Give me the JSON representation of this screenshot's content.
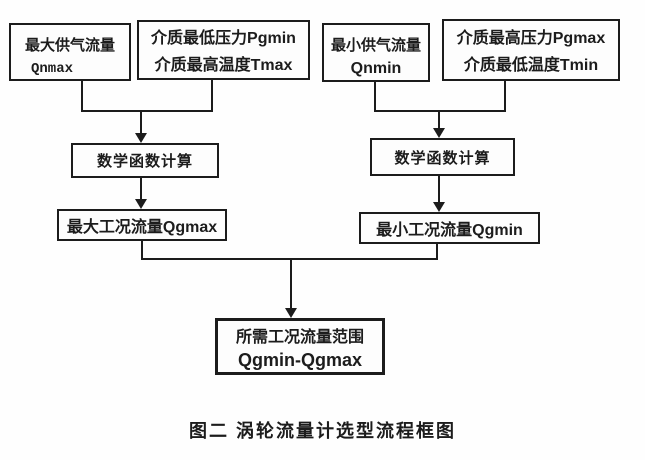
{
  "figure": {
    "caption": "图二  涡轮流量计选型流程框图"
  },
  "colors": {
    "line": "#1c1c1c",
    "background": "#ffffff",
    "text": "#1c1c1c"
  },
  "flowchart": {
    "nodes": {
      "qnmax": {
        "line1": "最大供气流量",
        "line2": "Qnmax"
      },
      "pgmin_tmax": {
        "line1": "介质最低压力Pgmin",
        "line2": "介质最高温度Tmax"
      },
      "qnmin": {
        "line1": "最小供气流量",
        "line2": "Qnmin"
      },
      "pgmax_tmin": {
        "line1": "介质最高压力Pgmax",
        "line2": "介质最低温度Tmin"
      },
      "calc_left": {
        "label": "数学函数计算"
      },
      "calc_right": {
        "label": "数学函数计算"
      },
      "qgmax": {
        "label": "最大工况流量Qgmax"
      },
      "qgmin": {
        "label": "最小工况流量Qgmin"
      },
      "result": {
        "line1": "所需工况流量范围",
        "line2": "Qgmin-Qgmax"
      }
    }
  }
}
